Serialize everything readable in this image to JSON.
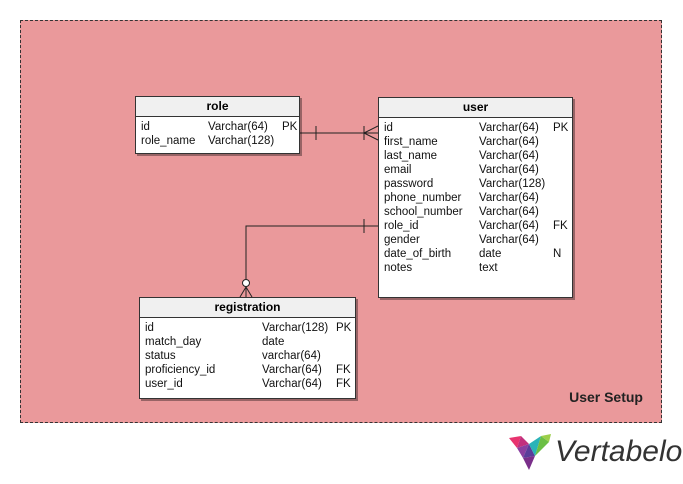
{
  "area": {
    "label": "User Setup"
  },
  "tables": {
    "role": {
      "name": "role",
      "columns": [
        {
          "name": "id",
          "type": "Varchar(64)",
          "key": "PK"
        },
        {
          "name": "role_name",
          "type": "Varchar(128)",
          "key": ""
        }
      ]
    },
    "user": {
      "name": "user",
      "columns": [
        {
          "name": "id",
          "type": "Varchar(64)",
          "key": "PK"
        },
        {
          "name": "first_name",
          "type": "Varchar(64)",
          "key": ""
        },
        {
          "name": "last_name",
          "type": "Varchar(64)",
          "key": ""
        },
        {
          "name": "email",
          "type": "Varchar(64)",
          "key": ""
        },
        {
          "name": "password",
          "type": "Varchar(128)",
          "key": ""
        },
        {
          "name": "phone_number",
          "type": "Varchar(64)",
          "key": ""
        },
        {
          "name": "school_number",
          "type": "Varchar(64)",
          "key": ""
        },
        {
          "name": "role_id",
          "type": "Varchar(64)",
          "key": "FK"
        },
        {
          "name": "gender",
          "type": "Varchar(64)",
          "key": ""
        },
        {
          "name": "date_of_birth",
          "type": "date",
          "key": "N"
        },
        {
          "name": "notes",
          "type": "text",
          "key": ""
        }
      ]
    },
    "registration": {
      "name": "registration",
      "columns": [
        {
          "name": "id",
          "type": "Varchar(128)",
          "key": "PK"
        },
        {
          "name": "match_day",
          "type": "date",
          "key": ""
        },
        {
          "name": "status",
          "type": "varchar(64)",
          "key": ""
        },
        {
          "name": "proficiency_id",
          "type": "Varchar(64)",
          "key": "FK"
        },
        {
          "name": "user_id",
          "type": "Varchar(64)",
          "key": "FK"
        }
      ]
    }
  },
  "brand": {
    "name": "Vertabelo",
    "colors": [
      "#e8336f",
      "#8a3fa0",
      "#2bb3b8",
      "#6bbf44"
    ]
  }
}
